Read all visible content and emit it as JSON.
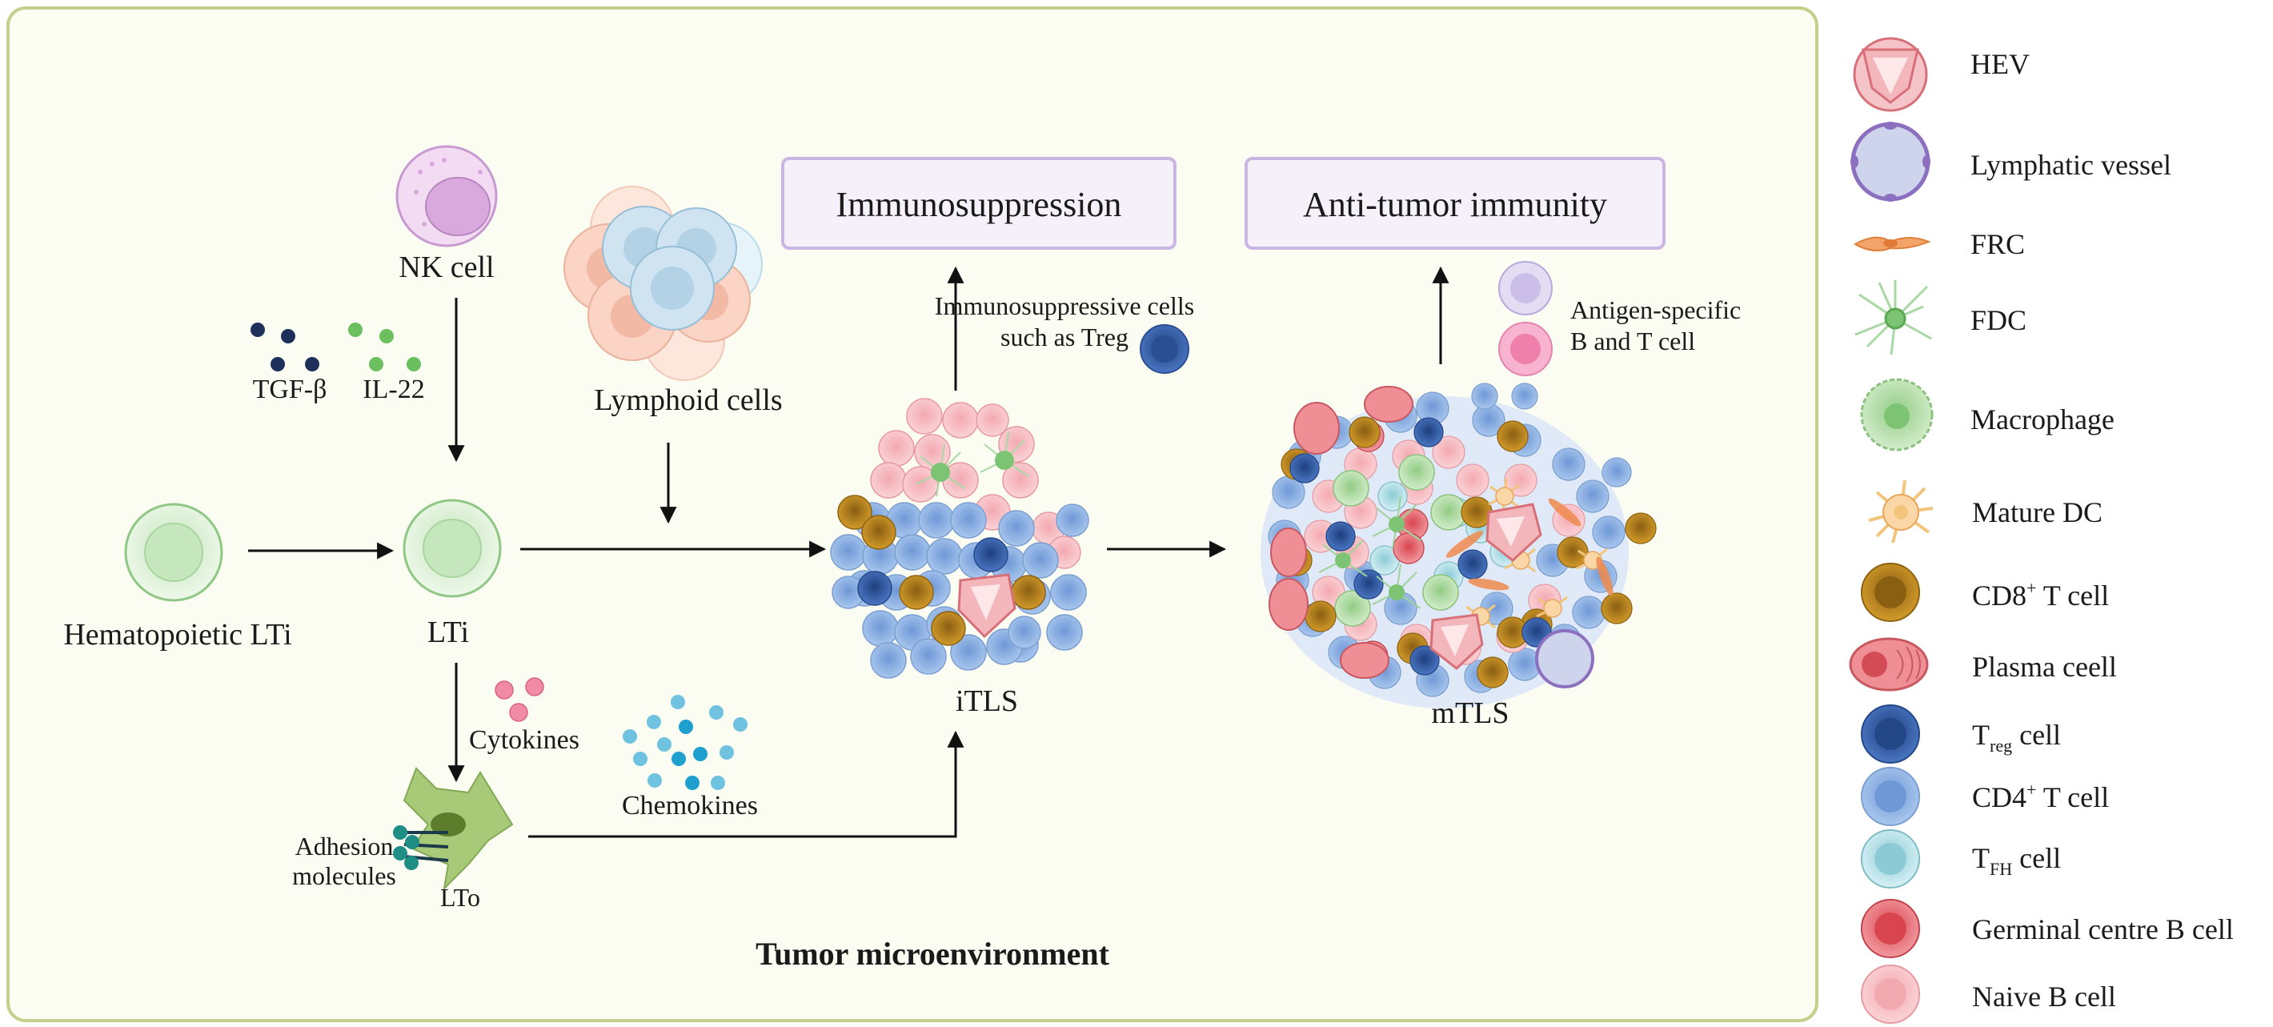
{
  "diagram": {
    "panel_title": "Tumor microenvironment",
    "nodes": {
      "nk_cell": "NK cell",
      "tgf_beta": "TGF-β",
      "il22": "IL-22",
      "lymphoid_cells": "Lymphoid cells",
      "hematopoietic_lti": "Hematopoietic LTi",
      "lti": "LTi",
      "cytokines": "Cytokines",
      "chemokines": "Chemokines",
      "adhesion_line1": "Adhesion",
      "adhesion_line2": "molecules",
      "lto": "LTo",
      "itls": "iTLS",
      "mtls": "mTLS",
      "immunosuppression": "Immunosuppression",
      "anti_tumor": "Anti-tumor immunity",
      "treg_note_line1": "Immunosuppressive cells",
      "treg_note_line2": "such as Treg",
      "antigen_line1": "Antigen-specific",
      "antigen_line2": "B and T cell"
    }
  },
  "legend": {
    "items": [
      {
        "id": "hev",
        "label": "HEV"
      },
      {
        "id": "lymph",
        "label": "Lymphatic vessel"
      },
      {
        "id": "frc",
        "label": "FRC"
      },
      {
        "id": "fdc",
        "label": "FDC"
      },
      {
        "id": "macro",
        "label": "Macrophage"
      },
      {
        "id": "dc",
        "label": "Mature DC"
      },
      {
        "id": "cd8_main",
        "label": "CD8",
        "sup": "+",
        "tail": " T cell"
      },
      {
        "id": "plasma",
        "label": "Plasma ceell"
      },
      {
        "id": "treg_main",
        "label": "T",
        "sub": "reg",
        "tail": " cell"
      },
      {
        "id": "cd4_main",
        "label": "CD4",
        "sup": "+",
        "tail": " T cell"
      },
      {
        "id": "tfh_main",
        "label": "T",
        "sub": "FH",
        "tail": " cell"
      },
      {
        "id": "gcb",
        "label": "Germinal centre B cell"
      },
      {
        "id": "naive",
        "label": "Naive B cell"
      }
    ]
  },
  "colors": {
    "panel_bg": "#fbfcf2",
    "panel_border": "#c3d08c",
    "box_bg": "#f5f0fa",
    "box_border": "#c9b6e2",
    "cd4": "#8fb4e3",
    "cd8": "#c8901e",
    "treg": "#2f5aa6",
    "naive_b": "#f2b9bf",
    "gc_b": "#e36b72",
    "tfh": "#b9e3ea",
    "macrophage": "#b9e0b0"
  }
}
